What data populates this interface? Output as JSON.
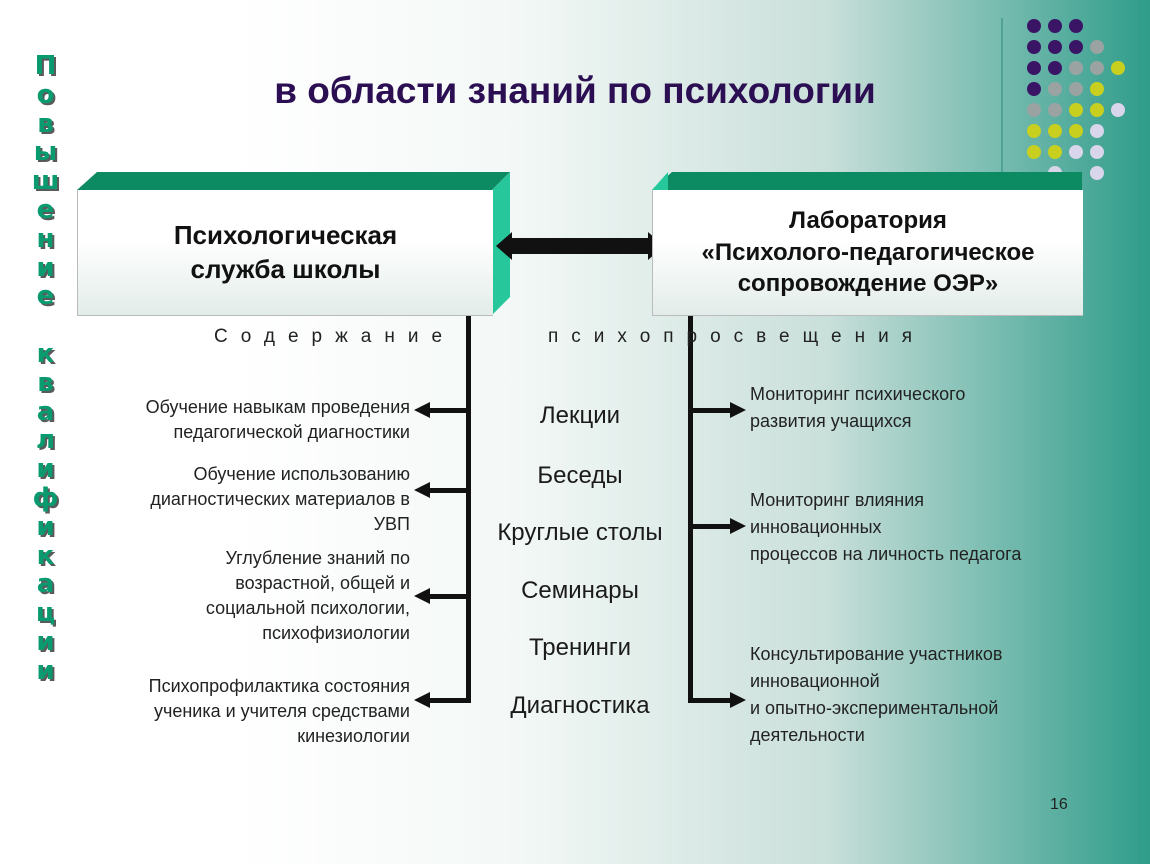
{
  "title": "в области знаний по психологии",
  "vertical_letters": [
    "П",
    "о",
    "в",
    "ы",
    "ш",
    "е",
    "н",
    "и",
    "е",
    "",
    "к",
    "в",
    "а",
    "л",
    "и",
    "ф",
    "и",
    "к",
    "а",
    "ц",
    "и",
    "и"
  ],
  "left_box": {
    "line1": "Психологическая",
    "line2": "служба школы"
  },
  "right_box": {
    "line1": "Лаборатория",
    "line2": "«Психолого-педагогическое",
    "line3": "сопровождение ОЭР»"
  },
  "caption_left": "Содержание",
  "caption_right": "психопросвещения",
  "left_items": [
    {
      "l1": "Обучение навыкам проведения",
      "l2": "педагогической диагностики"
    },
    {
      "l1": "Обучение использованию",
      "l2": "диагностических  материалов в",
      "l3": "УВП"
    },
    {
      "l1": "Углубление  знаний по",
      "l2": "возрастной, общей и",
      "l3": "социальной психологии,",
      "l4": "психофизиологии"
    },
    {
      "l1": "Психопрофилактика состояния",
      "l2": "ученика  и учителя средствами",
      "l3": "кинезиологии"
    }
  ],
  "forms": [
    "Лекции",
    "Беседы",
    "Круглые столы",
    "Семинары",
    "Тренинги",
    "Диагностика"
  ],
  "right_items": [
    {
      "l1": "Мониторинг психического",
      "l2": "развития учащихся"
    },
    {
      "l1": "Мониторинг влияния",
      "l2": "инновационных",
      "l3": "процессов на личность педагога"
    },
    {
      "l1": "Консультирование участников",
      "l2": "инновационной",
      "l3": "и опытно-экспериментальной",
      "l4": "деятельности"
    }
  ],
  "page_number": "16",
  "colors": {
    "title": "#2b0f52",
    "vertical_text": "#0a9a6f",
    "box_top": "#0c8a62",
    "box_side": "#26c79a",
    "dot_purple": "#3a1566",
    "dot_gray": "#9aa3a2",
    "dot_yellow": "#c8cf1e",
    "dot_lavender": "#d9d5ea"
  }
}
